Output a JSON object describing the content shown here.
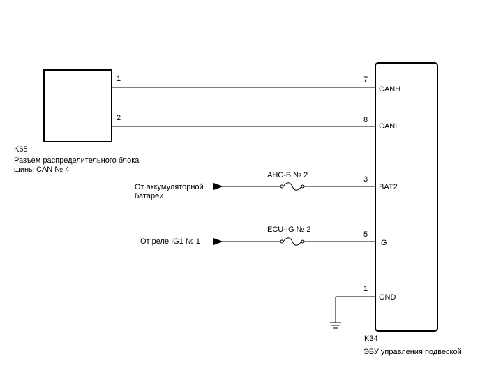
{
  "colors": {
    "line": "#000000",
    "background": "#ffffff"
  },
  "connector_k65": {
    "code": "K65",
    "name_line1": "Разъем распределительного блока",
    "name_line2": "шины CAN № 4",
    "pin1": "1",
    "pin2": "2"
  },
  "ecu_k34": {
    "code": "K34",
    "name": "ЭБУ управления подвеской",
    "pins": [
      {
        "number": "7",
        "label": "CANH"
      },
      {
        "number": "8",
        "label": "CANL"
      },
      {
        "number": "3",
        "label": "BAT2"
      },
      {
        "number": "5",
        "label": "IG"
      },
      {
        "number": "1",
        "label": "GND"
      }
    ]
  },
  "sources": {
    "battery_line1": "От аккумуляторной",
    "battery_line2": "батареи",
    "ig1_relay": "От реле IG1 № 1"
  },
  "fuses": {
    "ahc_b": "AHC-B № 2",
    "ecu_ig": "ECU-IG № 2"
  },
  "icons": {
    "ground": "ground-icon",
    "arrow": "arrow-right-icon",
    "fuse": "fuse-icon"
  }
}
